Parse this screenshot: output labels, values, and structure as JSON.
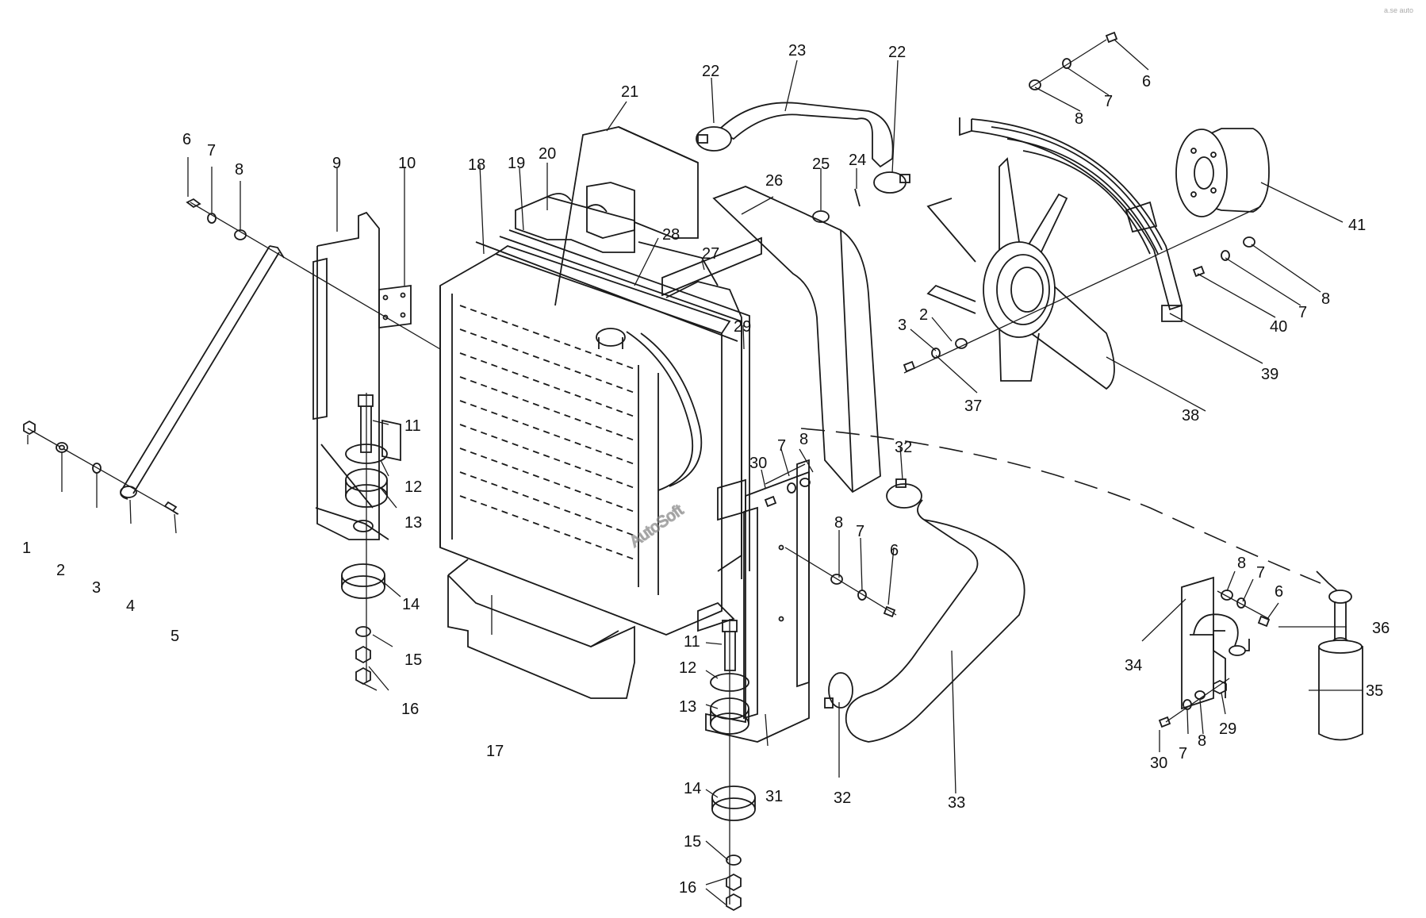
{
  "watermark": "AutoSoft",
  "corner_mark": "a.se auto",
  "callouts": [
    {
      "id": "c1",
      "text": "1"
    },
    {
      "id": "c2",
      "text": "2"
    },
    {
      "id": "c3",
      "text": "3"
    },
    {
      "id": "c4",
      "text": "4"
    },
    {
      "id": "c5",
      "text": "5"
    },
    {
      "id": "c6a",
      "text": "6"
    },
    {
      "id": "c7a",
      "text": "7"
    },
    {
      "id": "c8a",
      "text": "8"
    },
    {
      "id": "c9",
      "text": "9"
    },
    {
      "id": "c10",
      "text": "10"
    },
    {
      "id": "c11a",
      "text": "11"
    },
    {
      "id": "c12a",
      "text": "12"
    },
    {
      "id": "c13a",
      "text": "13"
    },
    {
      "id": "c14a",
      "text": "14"
    },
    {
      "id": "c15a",
      "text": "15"
    },
    {
      "id": "c16a",
      "text": "16"
    },
    {
      "id": "c17",
      "text": "17"
    },
    {
      "id": "c18",
      "text": "18"
    },
    {
      "id": "c19",
      "text": "19"
    },
    {
      "id": "c20",
      "text": "20"
    },
    {
      "id": "c21",
      "text": "21"
    },
    {
      "id": "c22a",
      "text": "22"
    },
    {
      "id": "c23",
      "text": "23"
    },
    {
      "id": "c22b",
      "text": "22"
    },
    {
      "id": "c24",
      "text": "24"
    },
    {
      "id": "c25",
      "text": "25"
    },
    {
      "id": "c26",
      "text": "26"
    },
    {
      "id": "c27",
      "text": "27"
    },
    {
      "id": "c28",
      "text": "28"
    },
    {
      "id": "c29a",
      "text": "29"
    },
    {
      "id": "c30a",
      "text": "30"
    },
    {
      "id": "c7b",
      "text": "7"
    },
    {
      "id": "c8b",
      "text": "8"
    },
    {
      "id": "c6b",
      "text": "6"
    },
    {
      "id": "c7c",
      "text": "7"
    },
    {
      "id": "c8c",
      "text": "8"
    },
    {
      "id": "c2b",
      "text": "2"
    },
    {
      "id": "c3b",
      "text": "3"
    },
    {
      "id": "c37",
      "text": "37"
    },
    {
      "id": "c38",
      "text": "38"
    },
    {
      "id": "c39",
      "text": "39"
    },
    {
      "id": "c40",
      "text": "40"
    },
    {
      "id": "c7d",
      "text": "7"
    },
    {
      "id": "c8d",
      "text": "8"
    },
    {
      "id": "c41",
      "text": "41"
    },
    {
      "id": "c32a",
      "text": "32"
    },
    {
      "id": "c8e",
      "text": "8"
    },
    {
      "id": "c7e",
      "text": "7"
    },
    {
      "id": "c6c",
      "text": "6"
    },
    {
      "id": "c11b",
      "text": "11"
    },
    {
      "id": "c12b",
      "text": "12"
    },
    {
      "id": "c13b",
      "text": "13"
    },
    {
      "id": "c14b",
      "text": "14"
    },
    {
      "id": "c15b",
      "text": "15"
    },
    {
      "id": "c16b",
      "text": "16"
    },
    {
      "id": "c31",
      "text": "31"
    },
    {
      "id": "c32b",
      "text": "32"
    },
    {
      "id": "c33",
      "text": "33"
    },
    {
      "id": "c8f",
      "text": "8"
    },
    {
      "id": "c7f",
      "text": "7"
    },
    {
      "id": "c6d",
      "text": "6"
    },
    {
      "id": "c34",
      "text": "34"
    },
    {
      "id": "c36",
      "text": "36"
    },
    {
      "id": "c35",
      "text": "35"
    },
    {
      "id": "c29b",
      "text": "29"
    },
    {
      "id": "c30b",
      "text": "30"
    },
    {
      "id": "c7g",
      "text": "7"
    },
    {
      "id": "c8g",
      "text": "8"
    }
  ]
}
